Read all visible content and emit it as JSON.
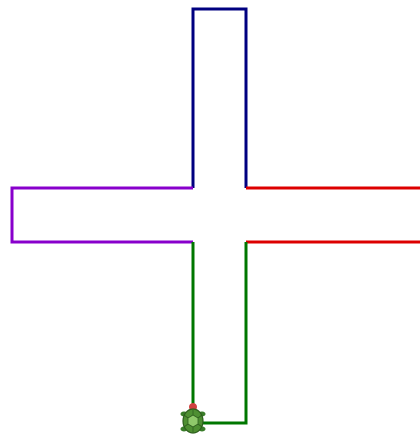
{
  "drawing": {
    "segments": [
      {
        "arm": "top",
        "color": "#000080"
      },
      {
        "arm": "right",
        "color": "#dd0000"
      },
      {
        "arm": "left",
        "color": "#8800cc"
      },
      {
        "arm": "bottom",
        "color": "#007700"
      }
    ],
    "turtle": {
      "icon": "turtle-icon",
      "shell_color": "#4e8f32",
      "head_color": "#d04040"
    }
  }
}
